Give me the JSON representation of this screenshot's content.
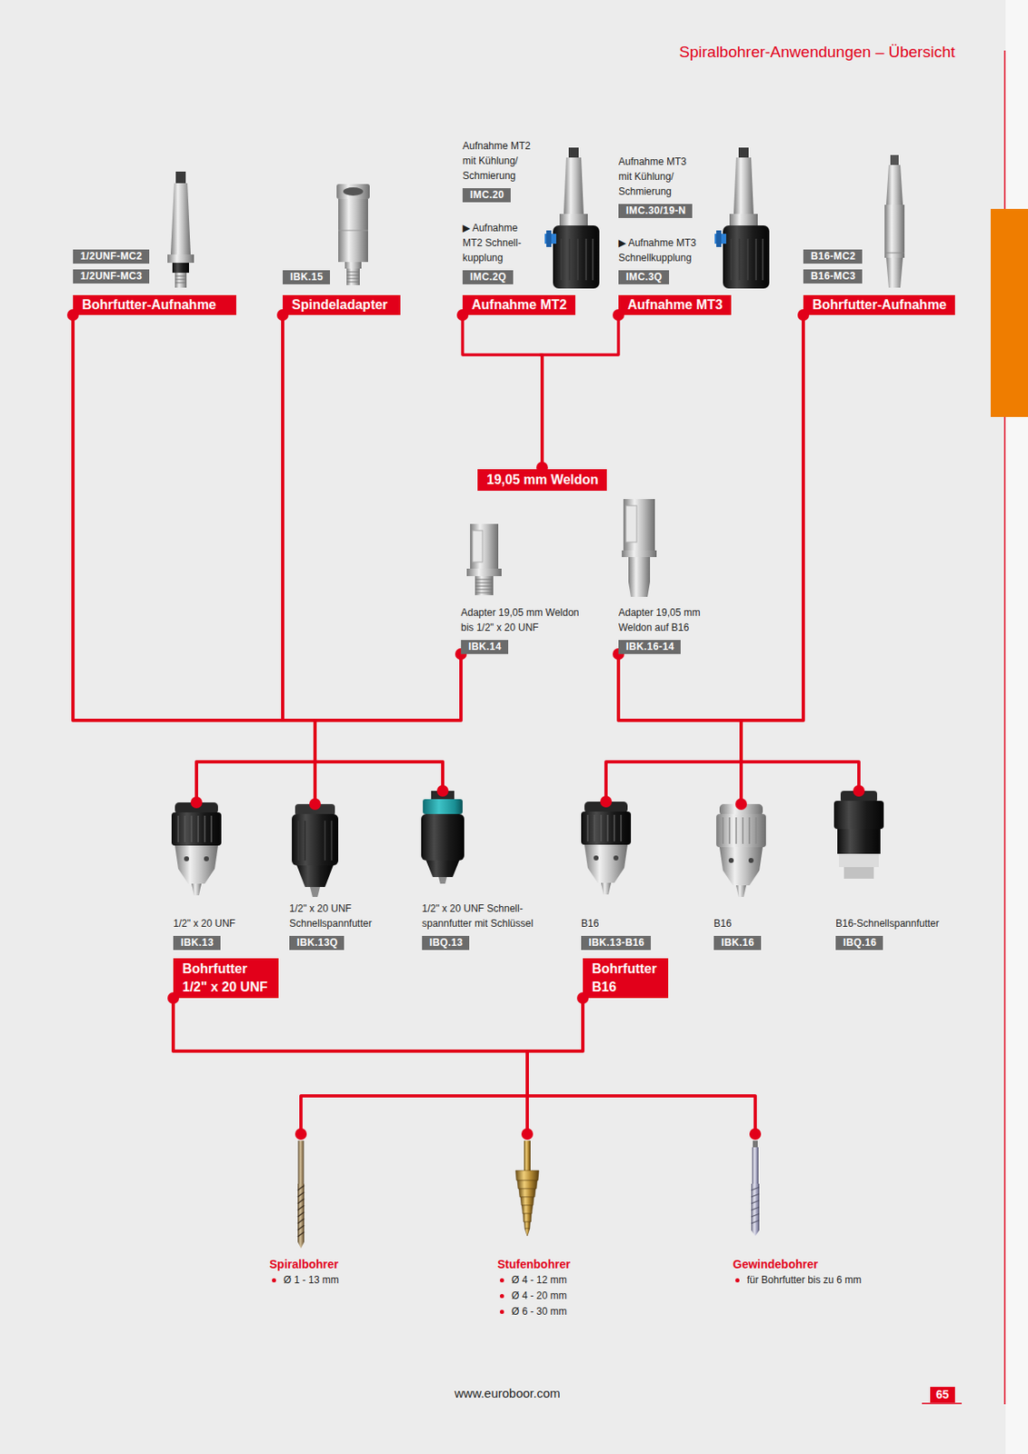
{
  "diagram": {
    "title": "Spiralbohrer-Anwendungen – Übersicht",
    "nodes": [
      {
        "text": [
          "1/2UNF-MC2"
        ]
      },
      {
        "text": [
          "1/2UNF-MC3"
        ]
      },
      {
        "text": [
          "Bohrfutter-Aufnahme"
        ]
      },
      {
        "text": [
          "IBK.15"
        ]
      },
      {
        "text": [
          "Spindeladapter"
        ]
      },
      {
        "text": [
          "Aufnahme MT2 mit Kühlung/ Schmierung",
          "IMC.20"
        ]
      },
      {
        "text": [
          "▶ Aufnahme MT2 Schnell- kupplung",
          "IMC.2Q"
        ]
      },
      {
        "text": [
          "Aufnahme MT2"
        ]
      },
      {
        "text": [
          "Aufnahme MT3 mit Kühlung/ Schmierung",
          "IMC.30/19-N"
        ]
      },
      {
        "text": [
          "▶ Aufnahme MT3 Schnellkupplung",
          "IMC.3Q"
        ]
      },
      {
        "text": [
          "Aufnahme MT3"
        ]
      },
      {
        "text": [
          "B16-MC2"
        ]
      },
      {
        "text": [
          "B16-MC3"
        ]
      },
      {
        "text": [
          "Bohrfutter-Aufnahme"
        ]
      },
      {
        "text": [
          "19,05 mm Weldon"
        ]
      },
      {
        "text": [
          "Adapter 19,05 mm Weldon bis 1/2\" x 20 UNF",
          "IBK.14"
        ]
      },
      {
        "text": [
          "Adapter 19,05 mm Weldon auf B16",
          "IBK.16-14"
        ]
      },
      {
        "text": [
          "1/2\" x 20 UNF",
          "IBK.13"
        ]
      },
      {
        "text": [
          "1/2\" x 20 UNF Schnellspannfutter",
          "IBK.13Q"
        ]
      },
      {
        "text": [
          "1/2\" x 20 UNF Schnell- spannfutter mit Schlüssel",
          "IBQ.13"
        ]
      },
      {
        "text": [
          "B16",
          "IBK.13-B16"
        ]
      },
      {
        "text": [
          "B16",
          "IBK.16"
        ]
      },
      {
        "text": [
          "B16-Schnellspannfutter",
          "IBQ.16"
        ]
      },
      {
        "text": [
          "Bohrfutter 1/2\" x 20 UNF"
        ]
      },
      {
        "text": [
          "Bohrfutter B16"
        ]
      },
      {
        "text": [
          "Spiralbohrer",
          "Ø 1 - 13 mm"
        ]
      },
      {
        "text": [
          "Stufenbohrer",
          "Ø 4 - 12 mm",
          "Ø 4 - 20 mm",
          "Ø 6 - 30 mm"
        ]
      },
      {
        "text": [
          "Gewindebohrer",
          "für Bohrfutter bis zu 6 mm"
        ]
      }
    ],
    "edges": [
      {
        "from": 2,
        "to": 17,
        "arrow": "none"
      },
      {
        "from": 2,
        "to": 18,
        "arrow": "none"
      },
      {
        "from": 2,
        "to": 19,
        "arrow": "none"
      },
      {
        "from": 4,
        "to": 17,
        "arrow": "none"
      },
      {
        "from": 4,
        "to": 18,
        "arrow": "none"
      },
      {
        "from": 4,
        "to": 19,
        "arrow": "none"
      },
      {
        "from": 15,
        "to": 17,
        "arrow": "none"
      },
      {
        "from": 15,
        "to": 18,
        "arrow": "none"
      },
      {
        "from": 15,
        "to": 19,
        "arrow": "none"
      },
      {
        "from": 7,
        "to": 14,
        "arrow": "none"
      },
      {
        "from": 10,
        "to": 14,
        "arrow": "none"
      },
      {
        "from": 16,
        "to": 20,
        "arrow": "none"
      },
      {
        "from": 16,
        "to": 21,
        "arrow": "none"
      },
      {
        "from": 16,
        "to": 22,
        "arrow": "none"
      },
      {
        "from": 13,
        "to": 20,
        "arrow": "none"
      },
      {
        "from": 13,
        "to": 21,
        "arrow": "none"
      },
      {
        "from": 13,
        "to": 22,
        "arrow": "none"
      },
      {
        "from": 23,
        "to": 25,
        "arrow": "none"
      },
      {
        "from": 23,
        "to": 26,
        "arrow": "none"
      },
      {
        "from": 23,
        "to": 27,
        "arrow": "none"
      },
      {
        "from": 24,
        "to": 25,
        "arrow": "none"
      },
      {
        "from": 24,
        "to": 26,
        "arrow": "none"
      },
      {
        "from": 24,
        "to": 27,
        "arrow": "none"
      }
    ],
    "labels": [
      "www.euroboor.com",
      "65"
    ]
  }
}
